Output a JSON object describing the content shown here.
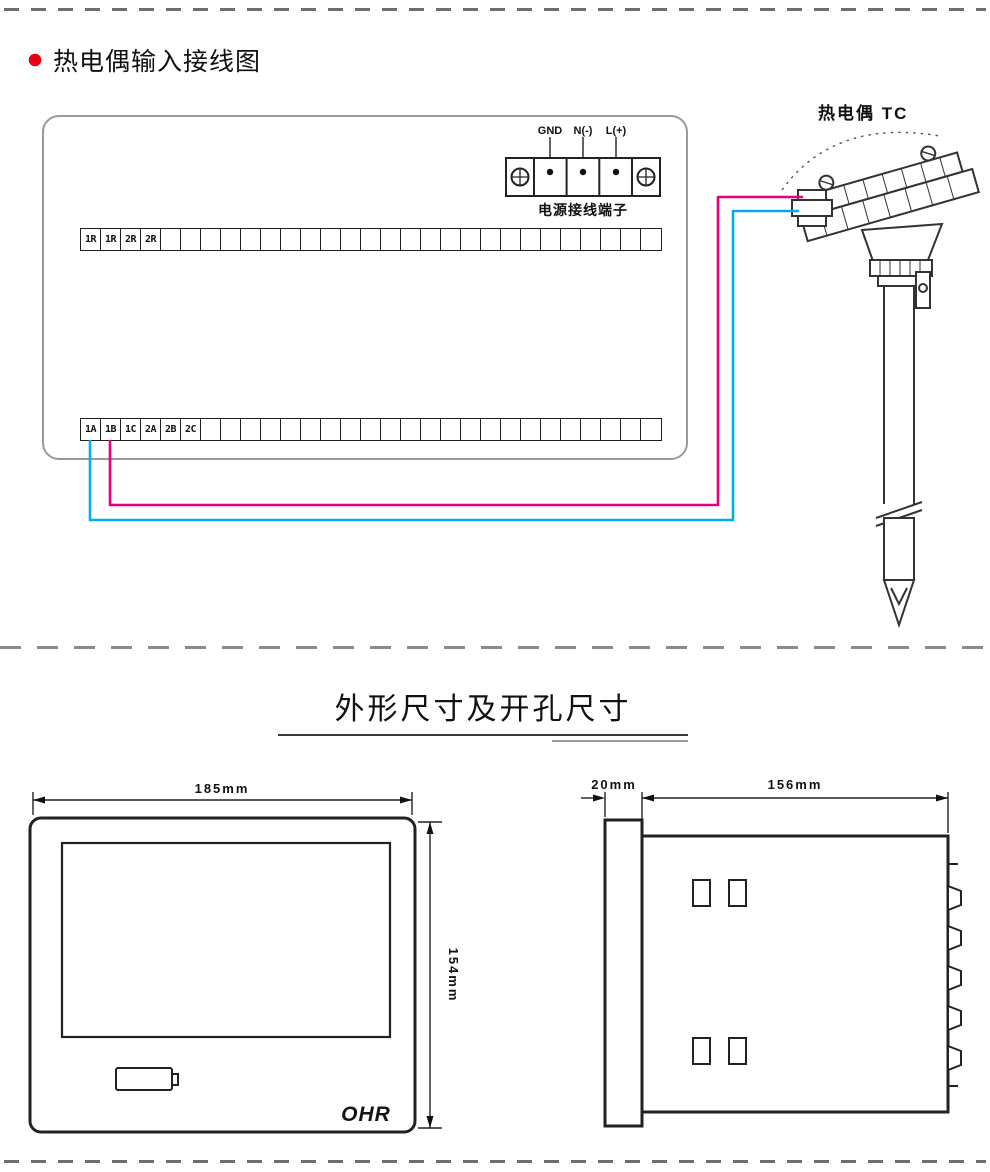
{
  "accents": {
    "bullet_red": "#e60012",
    "wire_pink": "#e6007e",
    "wire_blue": "#00aeef",
    "line_dark": "#222222"
  },
  "wiring": {
    "title": "热电偶输入接线图",
    "power_terminal": {
      "labels": [
        "GND",
        "N(-)",
        "L(+)"
      ],
      "caption": "电源接线端子"
    },
    "tc_label": "热电偶 TC",
    "top_strip": {
      "count": 29,
      "labels": [
        "1R",
        "1R",
        "2R",
        "2R"
      ]
    },
    "bottom_strip": {
      "count": 29,
      "labels": [
        "1A",
        "1B",
        "1C",
        "2A",
        "2B",
        "2C"
      ]
    }
  },
  "dimensions": {
    "title": "外形尺寸及开孔尺寸",
    "front_view": {
      "width_label": "185mm",
      "height_label": "154mm",
      "logo": "OHR"
    },
    "side_view": {
      "bezel_label": "20mm",
      "depth_label": "156mm"
    }
  }
}
